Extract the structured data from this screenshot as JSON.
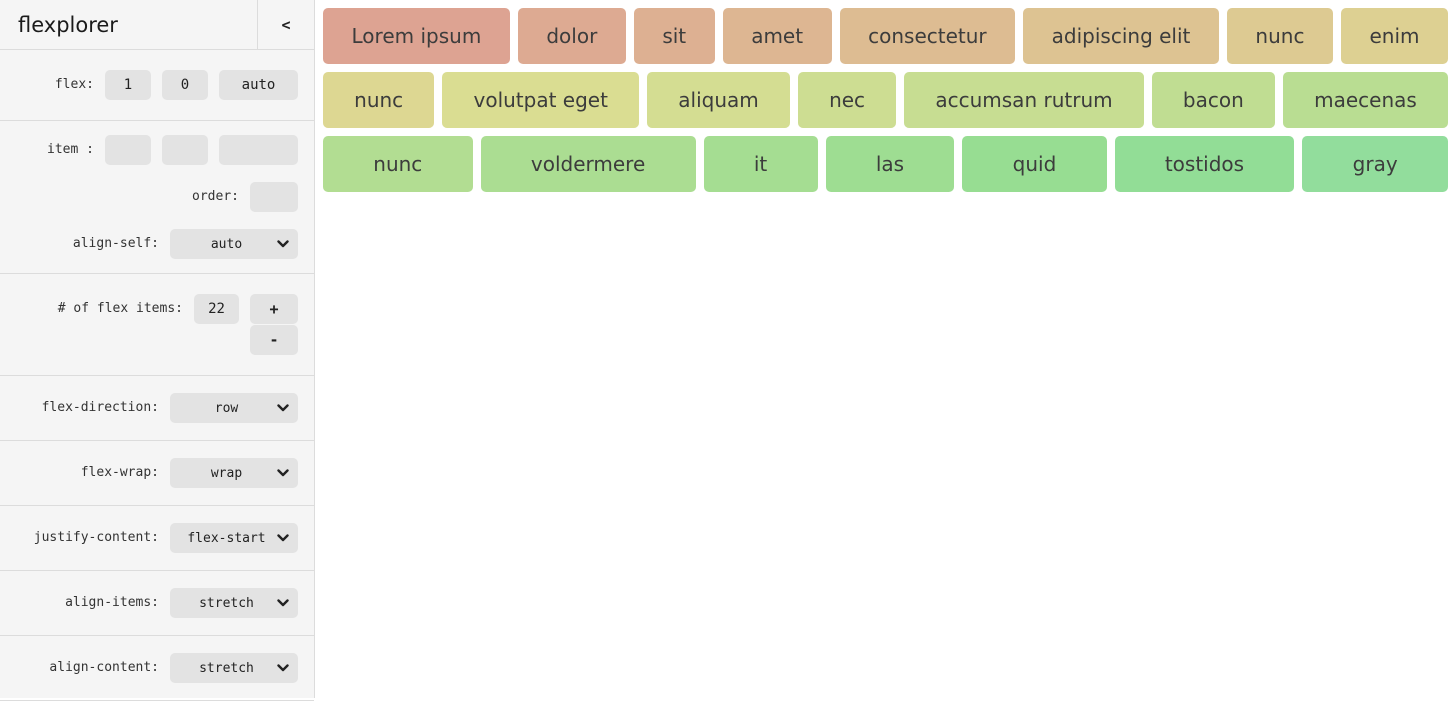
{
  "app": {
    "title": "flexplorer",
    "collapse_icon": "<"
  },
  "sidebar": {
    "flex": {
      "label": "flex:",
      "values": [
        "1",
        "0",
        "auto"
      ]
    },
    "item": {
      "label": "item :",
      "values": [
        "",
        "",
        ""
      ]
    },
    "order": {
      "label": "order:",
      "value": ""
    },
    "align_self": {
      "label": "align-self:",
      "value": "auto"
    },
    "count": {
      "label": "# of flex items:",
      "value": "22",
      "increment_label": "+",
      "decrement_label": "-"
    },
    "flex_direction": {
      "label": "flex-direction:",
      "value": "row"
    },
    "flex_wrap": {
      "label": "flex-wrap:",
      "value": "wrap"
    },
    "justify_content": {
      "label": "justify-content:",
      "value": "flex-start"
    },
    "align_items": {
      "label": "align-items:",
      "value": "stretch"
    },
    "align_content": {
      "label": "align-content:",
      "value": "stretch"
    }
  },
  "canvas": {
    "item_text_color": "#3c3c3c",
    "rows": [
      [
        {
          "label": "Lorem ipsum",
          "color": "#dda392"
        },
        {
          "label": "dolor",
          "color": "#ddaa92"
        },
        {
          "label": "sit",
          "color": "#ddb092"
        },
        {
          "label": "amet",
          "color": "#ddb692"
        },
        {
          "label": "consectetur",
          "color": "#ddbc92"
        },
        {
          "label": "adipiscing elit",
          "color": "#ddc392"
        },
        {
          "label": "nunc",
          "color": "#ddca92"
        },
        {
          "label": "enim",
          "color": "#ddd092"
        }
      ],
      [
        {
          "label": "nunc",
          "color": "#ddd792"
        },
        {
          "label": "volutpat eget",
          "color": "#dadd92"
        },
        {
          "label": "aliquam",
          "color": "#d4dd92"
        },
        {
          "label": "nec",
          "color": "#cddd92"
        },
        {
          "label": "accumsan rutrum",
          "color": "#c7dd92"
        },
        {
          "label": "bacon",
          "color": "#c0dd92"
        },
        {
          "label": "maecenas",
          "color": "#b9dd92"
        }
      ],
      [
        {
          "label": "nunc",
          "color": "#b2dd92"
        },
        {
          "label": "voldermere",
          "color": "#abdd92"
        },
        {
          "label": "it",
          "color": "#a5dd92"
        },
        {
          "label": "las",
          "color": "#9edd92"
        },
        {
          "label": "quid",
          "color": "#97dd92"
        },
        {
          "label": "tostidos",
          "color": "#92dd96"
        },
        {
          "label": "gray",
          "color": "#92dd9c"
        }
      ]
    ]
  }
}
